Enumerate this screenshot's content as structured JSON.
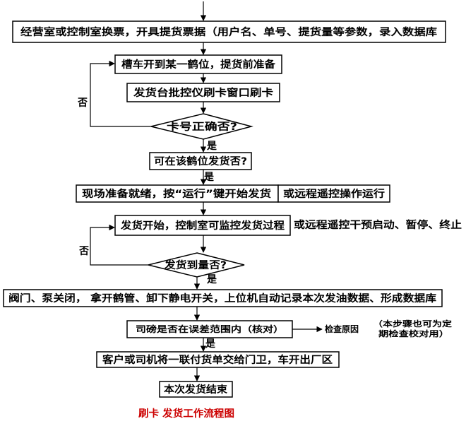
{
  "colors": {
    "stroke": "#000000",
    "background": "#ffffff",
    "title": "#cc0000"
  },
  "steps": {
    "s1": "经营室或控制室换票，开具提货票据（用户名、单号、提货量等参数，录入数据库",
    "s2": "槽车开到某一鹤位，提货前准备",
    "s3": "发货台批控仪刷卡窗口刷卡",
    "d1": "卡号正确否?",
    "d2": "可在该鹤位发货否?",
    "s4": "现场准备就绪，按“运行”键开始发货",
    "s4b": "或远程遥控操作运行",
    "s5": "发货开始，控制室可监控发货过程",
    "s5note": "或远程遥控干预启动、暂停、终止",
    "d3": "发货到量否?",
    "s6": "阀门、泵关闭，  拿开鹤管、卸下静电开关，上位机自动记录本次发油数据、形成数据库",
    "s7": "司磅是否在误差范围内（核对）",
    "check": "检查原因",
    "note_line1": "（本步骤也可为定",
    "note_line2": "期检查校对用）",
    "s8": "客户或司机将一联付货单交给门卫，车开出厂区",
    "s9": "本次发货结束"
  },
  "labels": {
    "yes": "是",
    "no": "否"
  },
  "title": "刷卡 发货工作流程图"
}
